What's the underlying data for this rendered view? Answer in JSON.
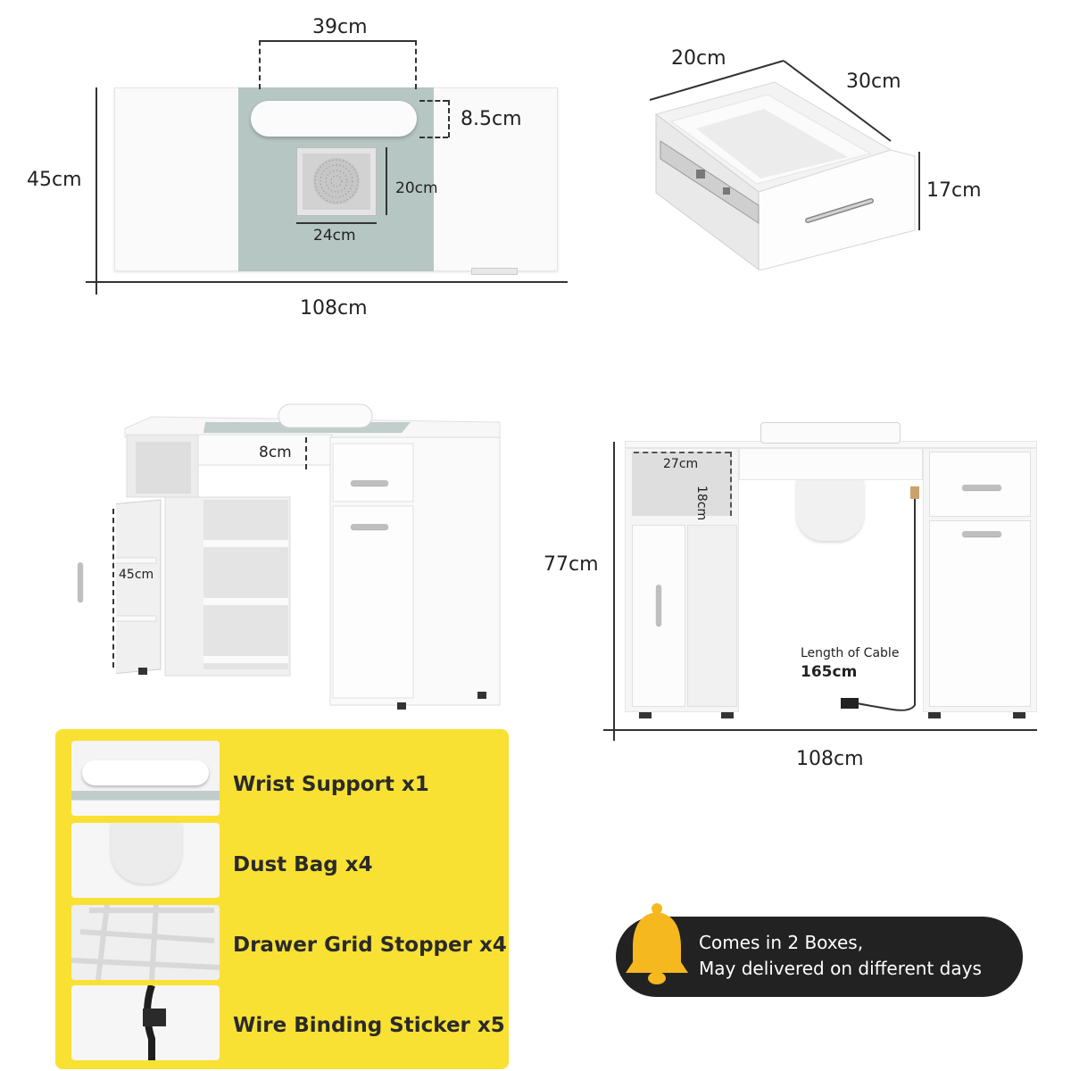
{
  "top_view": {
    "width_label": "108cm",
    "depth_label": "45cm",
    "armrest_width_label": "39cm",
    "armrest_height_label": "8.5cm",
    "fan_width_label": "24cm",
    "fan_height_label": "20cm"
  },
  "drawer_view": {
    "width_label": "20cm",
    "depth_label": "30cm",
    "height_label": "17cm"
  },
  "open_view": {
    "drawer_height_label": "8cm",
    "shelf_height_label": "45cm"
  },
  "front_view": {
    "height_label": "77cm",
    "width_label": "108cm",
    "cubby_width_label": "27cm",
    "cubby_height_label": "18cm",
    "cable_caption": "Length of Cable",
    "cable_length": "165cm"
  },
  "accessories": [
    {
      "label": "Wrist Support x1",
      "icon": "wrist-support-icon"
    },
    {
      "label": "Dust Bag x4",
      "icon": "dust-bag-icon"
    },
    {
      "label": "Drawer Grid Stopper x4",
      "icon": "drawer-grid-icon"
    },
    {
      "label": "Wire Binding Sticker x5",
      "icon": "wire-sticker-icon"
    }
  ],
  "notice": {
    "icon": "bell-icon",
    "line1": "Comes in 2 Boxes,",
    "line2": "May delivered on different days"
  },
  "colors": {
    "accent_yellow": "#f9e134",
    "notice_bg": "#222222",
    "bell": "#f6b81f",
    "glass": "#a9bdb8"
  }
}
